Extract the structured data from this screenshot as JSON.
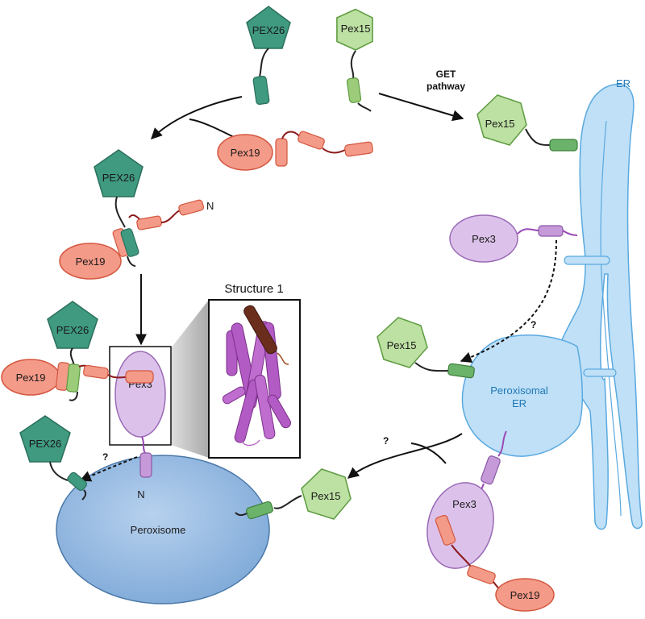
{
  "colors": {
    "pex26_fill": "#3f9a80",
    "pex26_stroke": "#2b6f5c",
    "pex15_fill": "#bde0a3",
    "pex15_stroke": "#5d9c3f",
    "pex19_fill": "#f49a88",
    "pex19_stroke": "#d3573f",
    "pex3_fill": "#dcc2ea",
    "pex3_stroke": "#9a6ab6",
    "er_fill": "#bfe0f7",
    "er_stroke": "#5aa9df",
    "peroxisome_fill": "#8fb8e0",
    "peroxisome_stroke": "#4a78a8",
    "linker": "#8b1a1a",
    "arrow": "#111111",
    "structure_helix": "#b25bc4",
    "structure_peptide": "#6b2e1c"
  },
  "labels": {
    "pex26_top": "PEX26",
    "pex15_top": "Pex15",
    "get_pathway_line1": "GET",
    "get_pathway_line2": "pathway",
    "er": "ER",
    "pex15_er": "Pex15",
    "pex19_mid": "Pex19",
    "pex26_mid": "PEX26",
    "n_mid": "N",
    "pex19_left": "Pex19",
    "pex3_er": "Pex3",
    "structure_title": "Structure 1",
    "pex26_low": "PEX26",
    "pex19_low": "Pex19",
    "pex3_box": "Pex3",
    "question_er": "?",
    "pex15_per_er": "Pex15",
    "peroxisomal_er_line1": "Peroxisomal",
    "peroxisomal_er_line2": "ER",
    "pex26_bottom": "PEX26",
    "question_peroxisome": "?",
    "n_bottom": "N",
    "question_bottom": "?",
    "pex15_bottom": "Pex15",
    "peroxisome": "Peroxisome",
    "pex3_bottom": "Pex3",
    "pex19_bottom": "Pex19"
  }
}
